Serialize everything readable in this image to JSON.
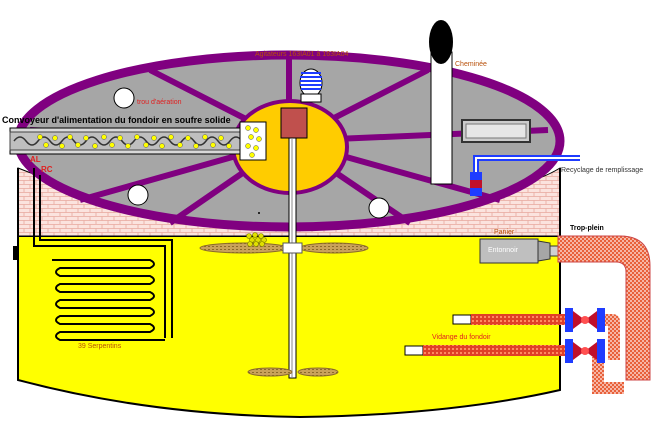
{
  "labels": {
    "agitateurs": "Agitateurs  163IA01  à 163IA04",
    "cheminee": "Cheminée",
    "trou_aeration": "trou d'aération",
    "convoyeur": "Convoyeur d'alimentation du fondoir en soufre solide",
    "al": "AL",
    "rc": "RC",
    "recyclage": "Recyclage  de remplissage",
    "panier": "Panier",
    "entonnoir": "Entonnoir",
    "trop_plein": "Trop-plein",
    "vidange": "Vidange du fondoir",
    "serpentins": "39  Serpentins"
  },
  "colors": {
    "roof_frame": "#800080",
    "roof_grey": "#a6a6a6",
    "molten_sulfur": "#ffff00",
    "center_hatch": "#ffcc00",
    "brick": "#f3c7bf",
    "hot_pipe": "#e8613a",
    "valve_blue": "#1f3cff",
    "valve_red": "#c0102a",
    "label_orange": "#b8500a",
    "label_red": "#e02020"
  }
}
